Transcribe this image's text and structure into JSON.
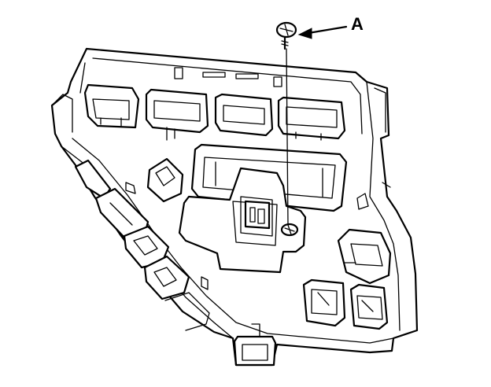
{
  "figure": {
    "callouts": [
      {
        "id": "A",
        "label": "A",
        "target": "screw"
      }
    ],
    "icons": [
      "screw-icon",
      "arrow-icon"
    ]
  }
}
